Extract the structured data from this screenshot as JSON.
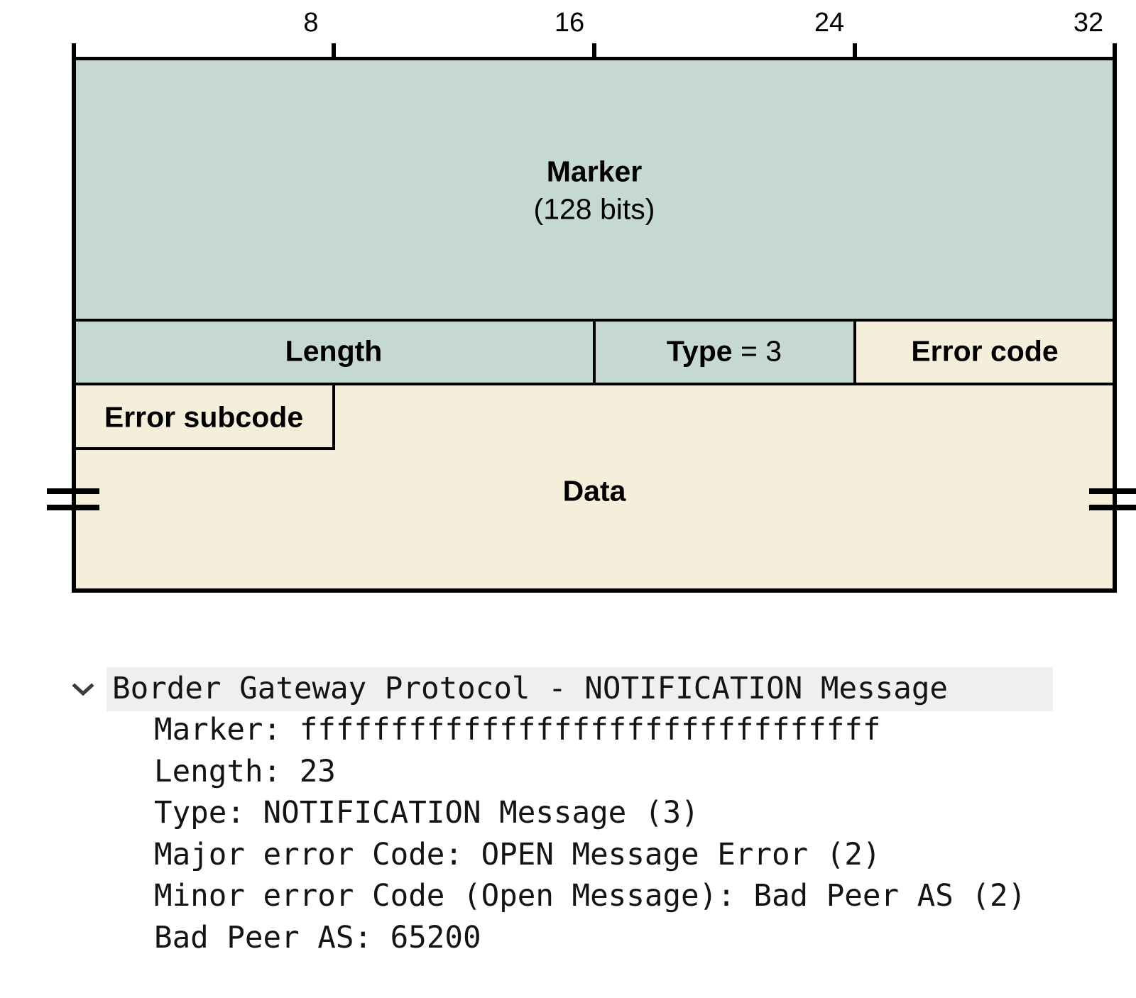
{
  "ruler": {
    "labels": [
      "8",
      "16",
      "24",
      "32"
    ]
  },
  "diagram": {
    "colors": {
      "teal": "#c5d8d2",
      "cream": "#f4eeda",
      "border": "#000000"
    },
    "fields": {
      "marker": {
        "label": "Marker",
        "sublabel": "(128 bits)"
      },
      "length": {
        "label": "Length"
      },
      "type": {
        "label_bold": "Type",
        "label_value": " = 3"
      },
      "error_code": {
        "label": "Error code"
      },
      "error_subcode": {
        "label": "Error subcode"
      },
      "data": {
        "label": "Data"
      }
    }
  },
  "tree": {
    "highlight_color": "#f0efee",
    "chevron_color": "#3c3c3c",
    "header": "Border Gateway Protocol - NOTIFICATION Message",
    "lines": [
      "Marker: ffffffffffffffffffffffffffffffff",
      "Length: 23",
      "Type: NOTIFICATION Message (3)",
      "Major error Code: OPEN Message Error (2)",
      "Minor error Code (Open Message): Bad Peer AS (2)",
      "Bad Peer AS: 65200"
    ]
  }
}
